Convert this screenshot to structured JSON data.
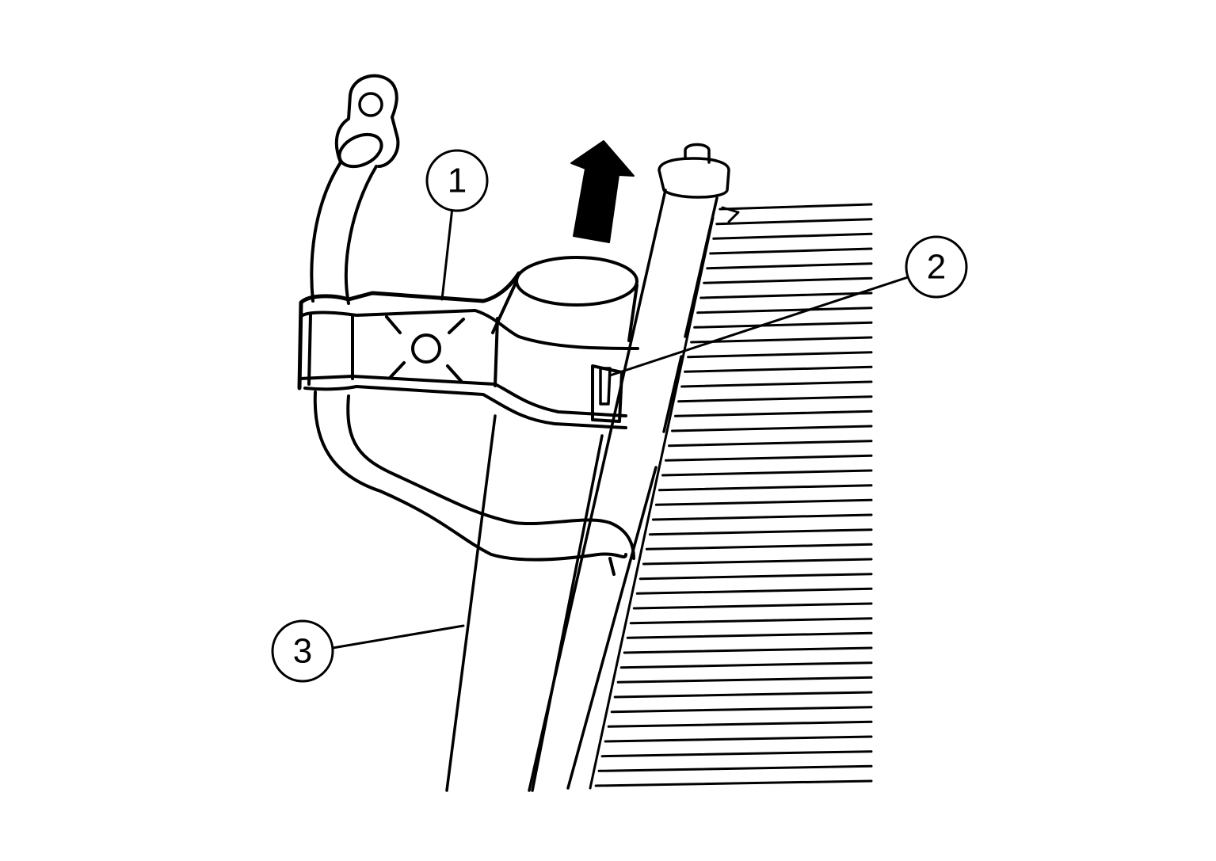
{
  "callouts": [
    {
      "id": "1",
      "label": "1"
    },
    {
      "id": "2",
      "label": "2"
    },
    {
      "id": "3",
      "label": "3"
    }
  ],
  "arrow": {
    "direction": "up"
  },
  "colors": {
    "ink": "#000000",
    "paper": "#ffffff"
  }
}
